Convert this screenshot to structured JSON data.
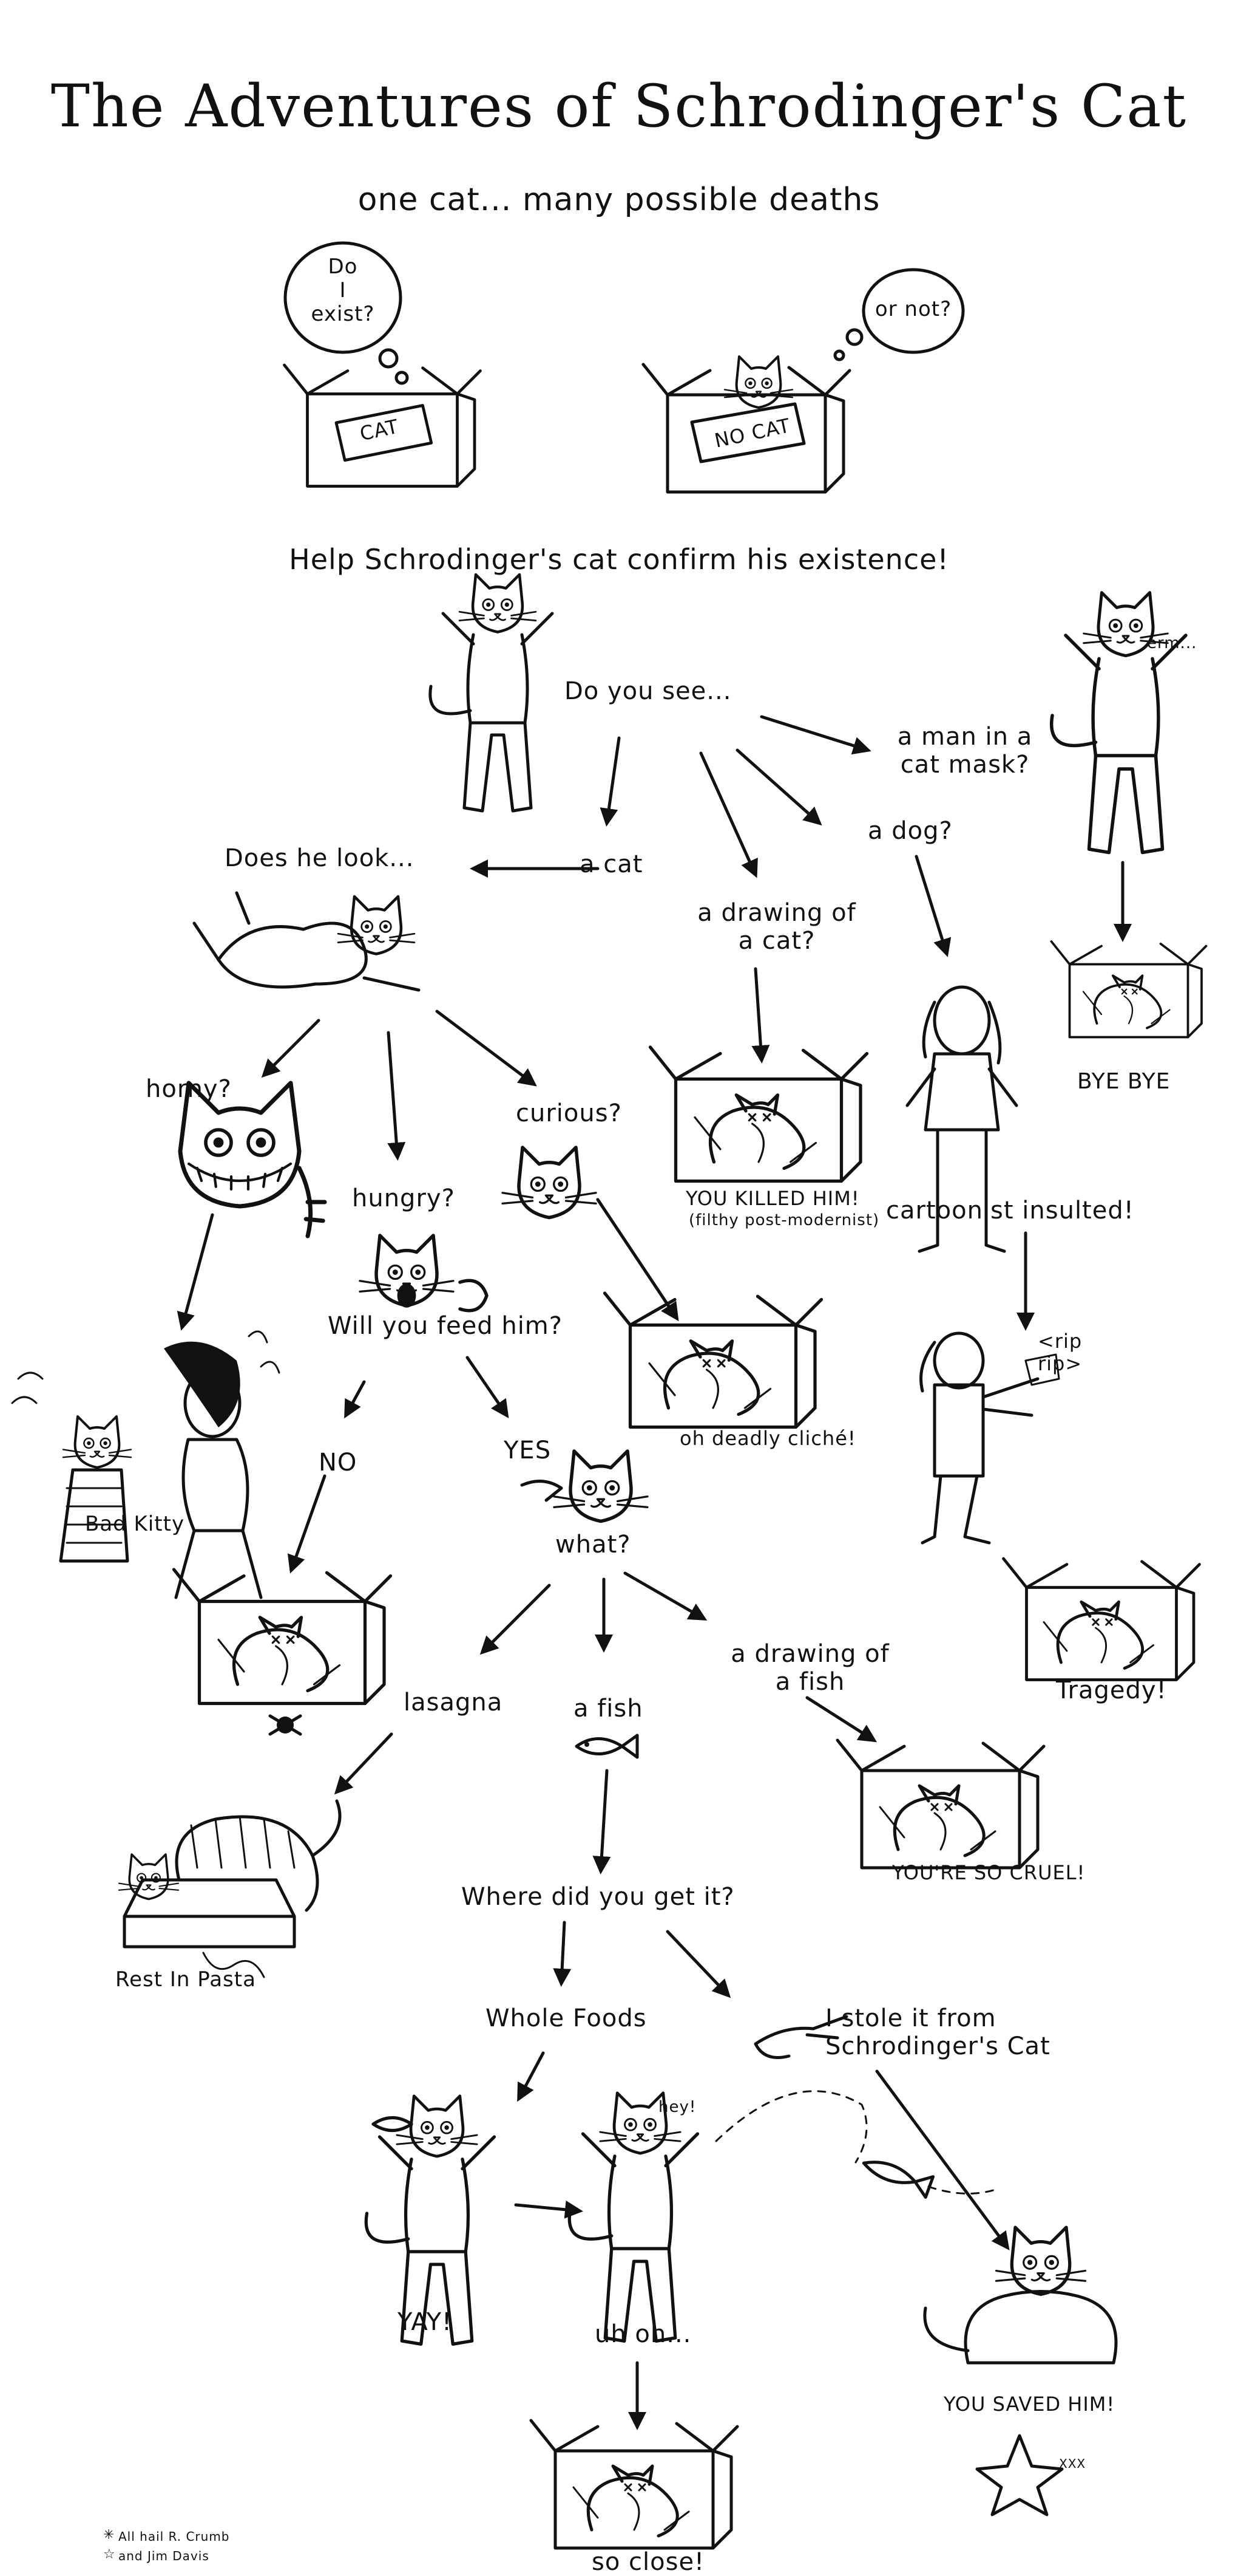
{
  "title": "The Adventures of Schrodinger's Cat",
  "subtitle": "one cat... many possible deaths",
  "thoughts": {
    "left": "Do\nI\nexist?",
    "right": "or not?"
  },
  "box_labels": {
    "cat": "CAT",
    "no_cat": "NO CAT"
  },
  "prompt": "Help Schrodinger's cat confirm his existence!",
  "nodes": {
    "do_you_see": "Do you see...",
    "erm": "erm...",
    "man_in_mask": "a man in a\ncat mask?",
    "a_dog": "a dog?",
    "a_cat": "a cat",
    "drawing_of_cat": "a drawing of\na cat?",
    "bye_bye": "BYE BYE",
    "does_he_look": "Does he look...",
    "horny": "horny?",
    "curious": "curious?",
    "hungry": "hungry?",
    "killed_him": "YOU KILLED HIM!",
    "post_modernist": "(filthy post-modernist)",
    "cartoonist_insulted": "cartoonist insulted!",
    "rip_rip": "<rip\nrip>",
    "will_you_feed": "Will you feed him?",
    "deadly_cliche": "oh deadly cliché!",
    "bad_kitty": "Bad Kitty",
    "no": "NO",
    "yes": "YES",
    "what": "what?",
    "tragedy": "Tragedy!",
    "drawing_of_fish": "a drawing of\na fish",
    "lasagna": "lasagna",
    "a_fish": "a fish",
    "so_cruel": "YOU'RE SO CRUEL!",
    "rest_in_pasta": "Rest In Pasta",
    "where_did_you_get": "Where did you get it?",
    "whole_foods": "Whole Foods",
    "stole_it": "I stole it from\nSchrodinger's Cat",
    "hey": "hey!",
    "yay": "YAY!",
    "uh_oh": "uh oh...",
    "you_saved_him": "YOU SAVED HIM!",
    "so_close": "so close!",
    "xxx": "XXX"
  },
  "footnotes": {
    "star1": "All hail R. Crumb",
    "star2": "and Jim Davis"
  }
}
